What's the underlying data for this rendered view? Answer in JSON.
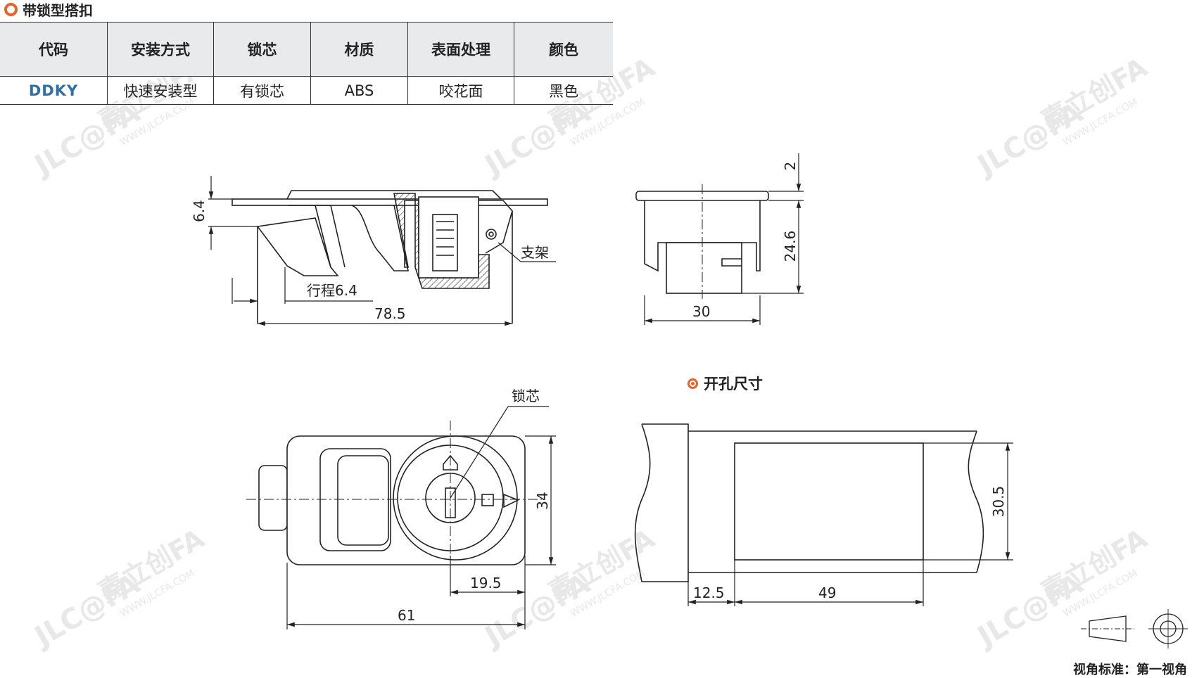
{
  "section": {
    "title": "带锁型搭扣",
    "accent_color": "#e8622a"
  },
  "spec_table": {
    "headers": [
      "代码",
      "安装方式",
      "锁芯",
      "材质",
      "表面处理",
      "颜色"
    ],
    "rows": [
      {
        "code": "DDKY",
        "install": "快速安装型",
        "core": "有锁芯",
        "material": "ABS",
        "surface": "咬花面",
        "color": "黑色"
      }
    ]
  },
  "side_view": {
    "height_label": "6.4",
    "stroke_label": "行程6.4",
    "length_label": "78.5",
    "bracket_label": "支架"
  },
  "end_view": {
    "top_label": "2",
    "height_label": "24.6",
    "width_label": "30"
  },
  "top_view": {
    "lock_label": "锁芯",
    "height_label": "34",
    "offset_label": "19.5",
    "length_label": "61"
  },
  "cutout": {
    "title": "开孔尺寸",
    "height_label": "30.5",
    "edge_label": "12.5",
    "width_label": "49"
  },
  "projection": {
    "label": "视角标准：第一视角"
  },
  "watermark": {
    "brand": "嘉立创FA",
    "logo": "JLC@FA",
    "url": "WWW.JLCFA.COM"
  }
}
